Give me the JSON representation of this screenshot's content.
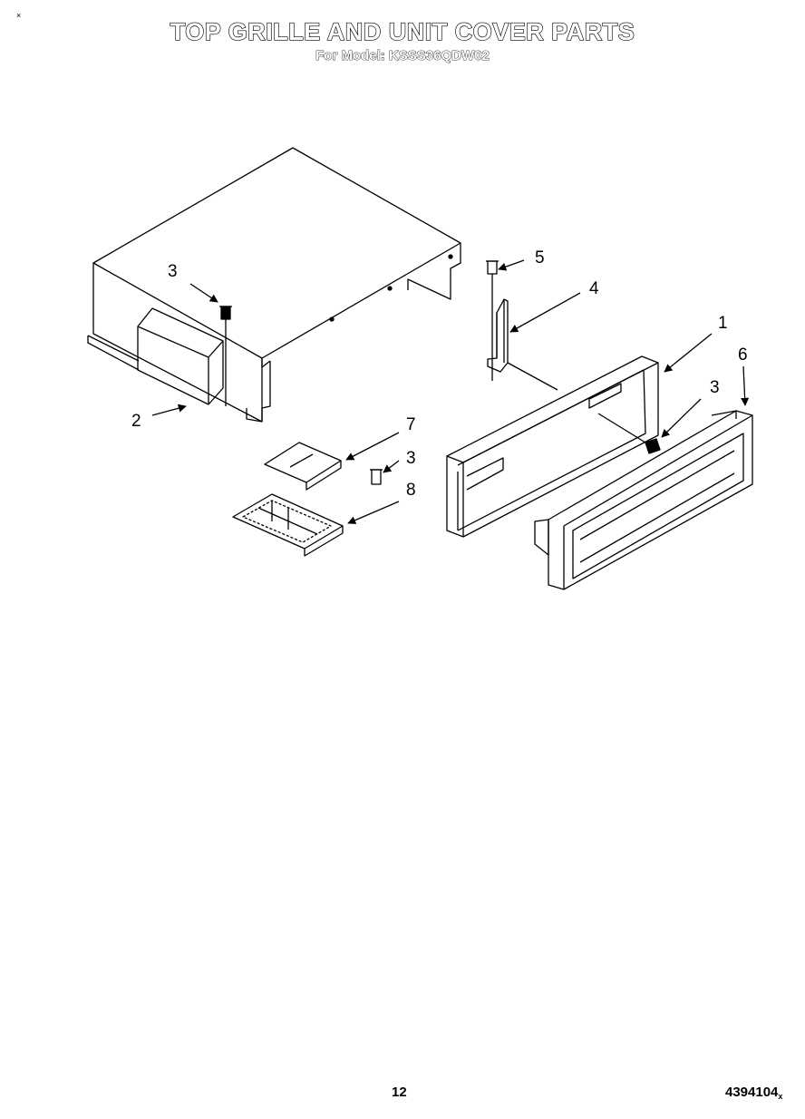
{
  "corner_mark": "×",
  "title": "TOP GRILLE AND UNIT COVER PARTS",
  "subtitle": "For Model: KSSS36QDW02",
  "callouts": {
    "c1": "1",
    "c2": "2",
    "c3a": "3",
    "c3b": "3",
    "c3c": "3",
    "c4": "4",
    "c5": "5",
    "c6": "6",
    "c7": "7",
    "c8": "8"
  },
  "footer": {
    "page_number": "12",
    "doc_number": "4394104",
    "doc_suffix": "x"
  }
}
